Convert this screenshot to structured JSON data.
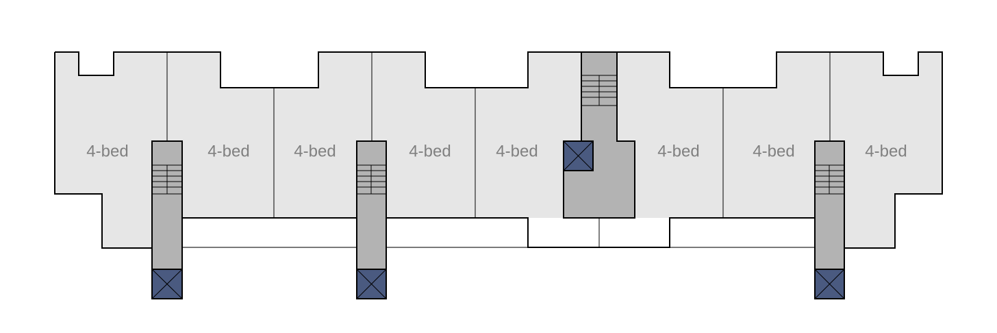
{
  "plan": {
    "units": [
      {
        "label": "4-bed"
      },
      {
        "label": "4-bed"
      },
      {
        "label": "4-bed"
      },
      {
        "label": "4-bed"
      },
      {
        "label": "4-bed"
      },
      {
        "label": "4-bed"
      },
      {
        "label": "4-bed"
      },
      {
        "label": "4-bed"
      }
    ],
    "cores": [
      {
        "elevator": true,
        "stair": true
      },
      {
        "elevator": true,
        "stair": true
      },
      {
        "elevator": true,
        "stair": true
      },
      {
        "elevator": true,
        "stair": true
      }
    ]
  },
  "colors": {
    "unit_fill": "#e6e6e6",
    "core_fill": "#b3b3b3",
    "elevator_fill": "#4a5a80",
    "wall_stroke": "#000000",
    "label_text": "#808080",
    "background": "#ffffff"
  }
}
